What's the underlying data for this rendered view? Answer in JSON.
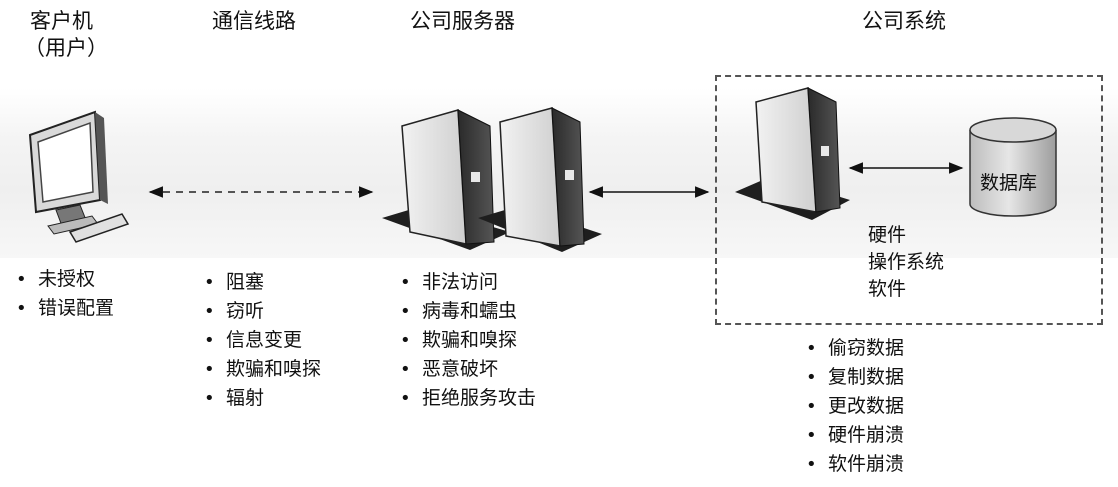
{
  "headers": {
    "client_line1": "客户机",
    "client_line2": "（用户）",
    "comm": "通信线路",
    "server": "公司服务器",
    "system": "公司系统"
  },
  "system_box": {
    "database": "数据库",
    "components": [
      "硬件",
      "操作系统",
      "软件"
    ]
  },
  "threats": {
    "client": [
      "未授权",
      "错误配置"
    ],
    "comm": [
      "阻塞",
      "窃听",
      "信息变更",
      "欺骗和嗅探",
      "辐射"
    ],
    "server": [
      "非法访问",
      "病毒和蠕虫",
      "欺骗和嗅探",
      "恶意破坏",
      "拒绝服务攻击"
    ],
    "system": [
      "偷窃数据",
      "复制数据",
      "更改数据",
      "硬件崩溃",
      "软件崩溃"
    ]
  }
}
